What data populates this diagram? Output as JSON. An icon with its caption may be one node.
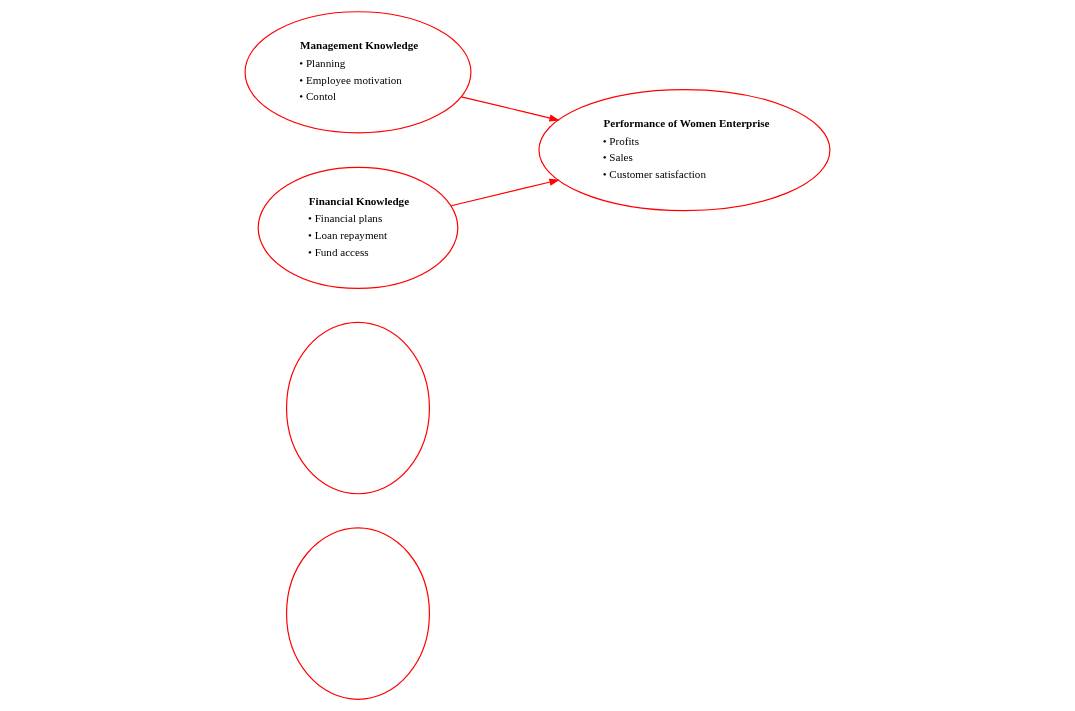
{
  "diagram": {
    "nodes": [
      {
        "text": [],
        "shape": "circle"
      },
      {
        "text": [],
        "shape": "circle"
      },
      {
        "text": [
          "Management Knowledge",
          "• Planning",
          "• Employee motivation",
          "• Contol"
        ]
      },
      {
        "text": [
          "Financial Knowledge",
          "• Financial plans",
          "• Loan repayment",
          "• Fund access"
        ]
      },
      {
        "text": [
          "Performance of Women Enterprise",
          "• Profits",
          "• Sales",
          "• Customer satisfaction"
        ]
      }
    ],
    "edges": [
      {
        "from": 2,
        "to": 4,
        "arrow": "to"
      },
      {
        "from": 3,
        "to": 4,
        "arrow": "to"
      }
    ]
  }
}
